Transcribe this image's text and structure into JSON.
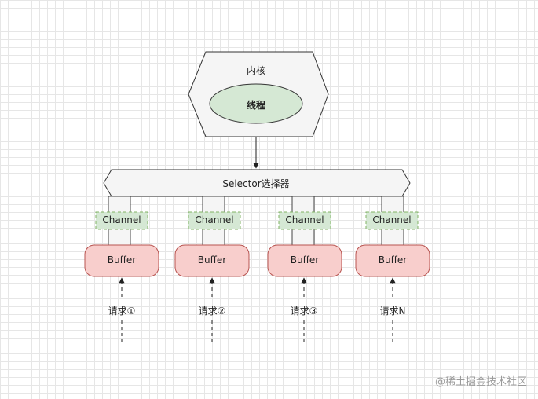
{
  "kernel": {
    "label": "内核",
    "thread_label": "线程"
  },
  "selector": {
    "label": "Selector选择器"
  },
  "columns": [
    {
      "channel": "Channel",
      "buffer": "Buffer",
      "request": "请求①"
    },
    {
      "channel": "Channel",
      "buffer": "Buffer",
      "request": "请求②"
    },
    {
      "channel": "Channel",
      "buffer": "Buffer",
      "request": "请求③"
    },
    {
      "channel": "Channel",
      "buffer": "Buffer",
      "request": "请求N"
    }
  ],
  "watermark": "@稀土掘金技术社区",
  "colors": {
    "thread_fill": "#d5e8d4",
    "thread_stroke": "#82b366",
    "buffer_fill": "#f8cecc",
    "buffer_stroke": "#b85450",
    "channel_fill": "#d5e8d4",
    "channel_stroke": "#82b366",
    "shape_fill": "#f5f5f5",
    "shape_stroke": "#666666"
  }
}
